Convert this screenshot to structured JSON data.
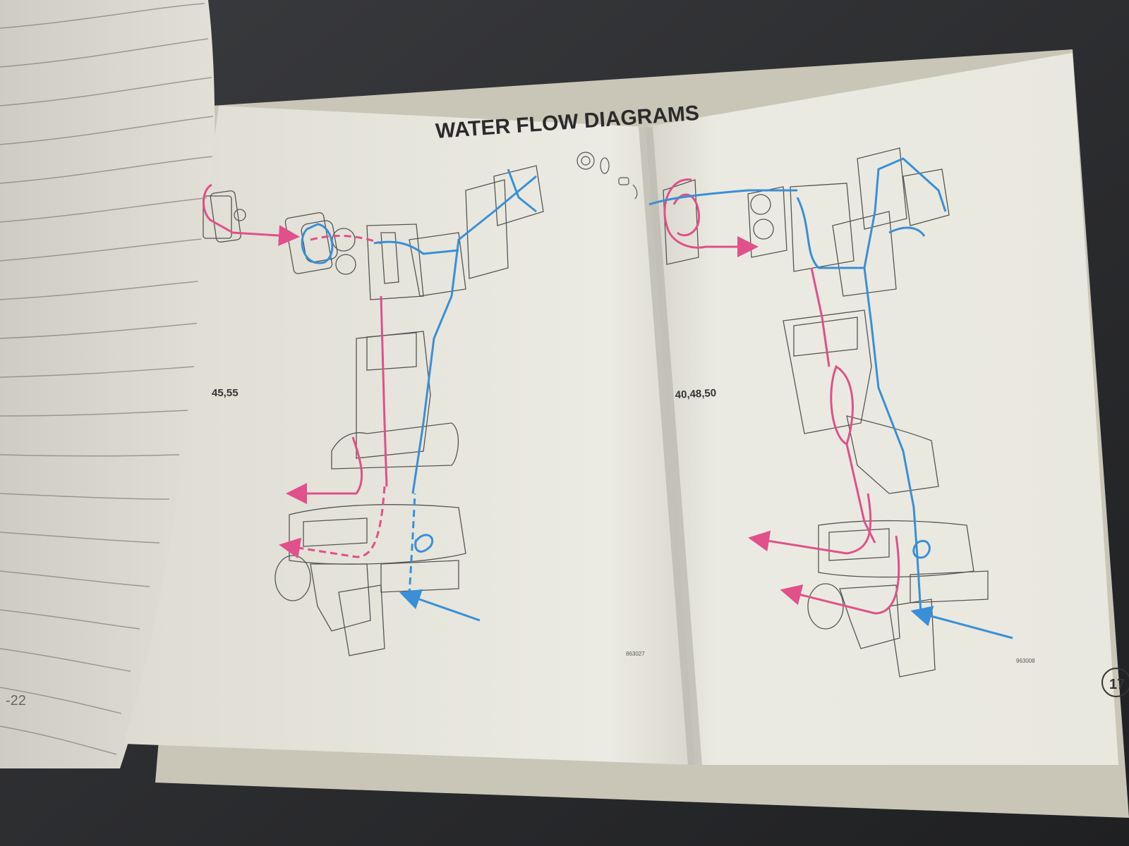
{
  "page": {
    "title": "WATER FLOW DIAGRAMS",
    "left_page_number": "-22",
    "right_page_number": "17"
  },
  "diagrams": {
    "left": {
      "models": "45,55",
      "figure_code": "863027"
    },
    "right": {
      "models": "40,48,50",
      "figure_code": "963008"
    }
  },
  "colors": {
    "cool_water_flow": "#3a8fd6",
    "warm_water_flow": "#e0508a",
    "paper": "#ebeae2",
    "table_surface": "#2a2b2d",
    "line_art": "#555555"
  }
}
